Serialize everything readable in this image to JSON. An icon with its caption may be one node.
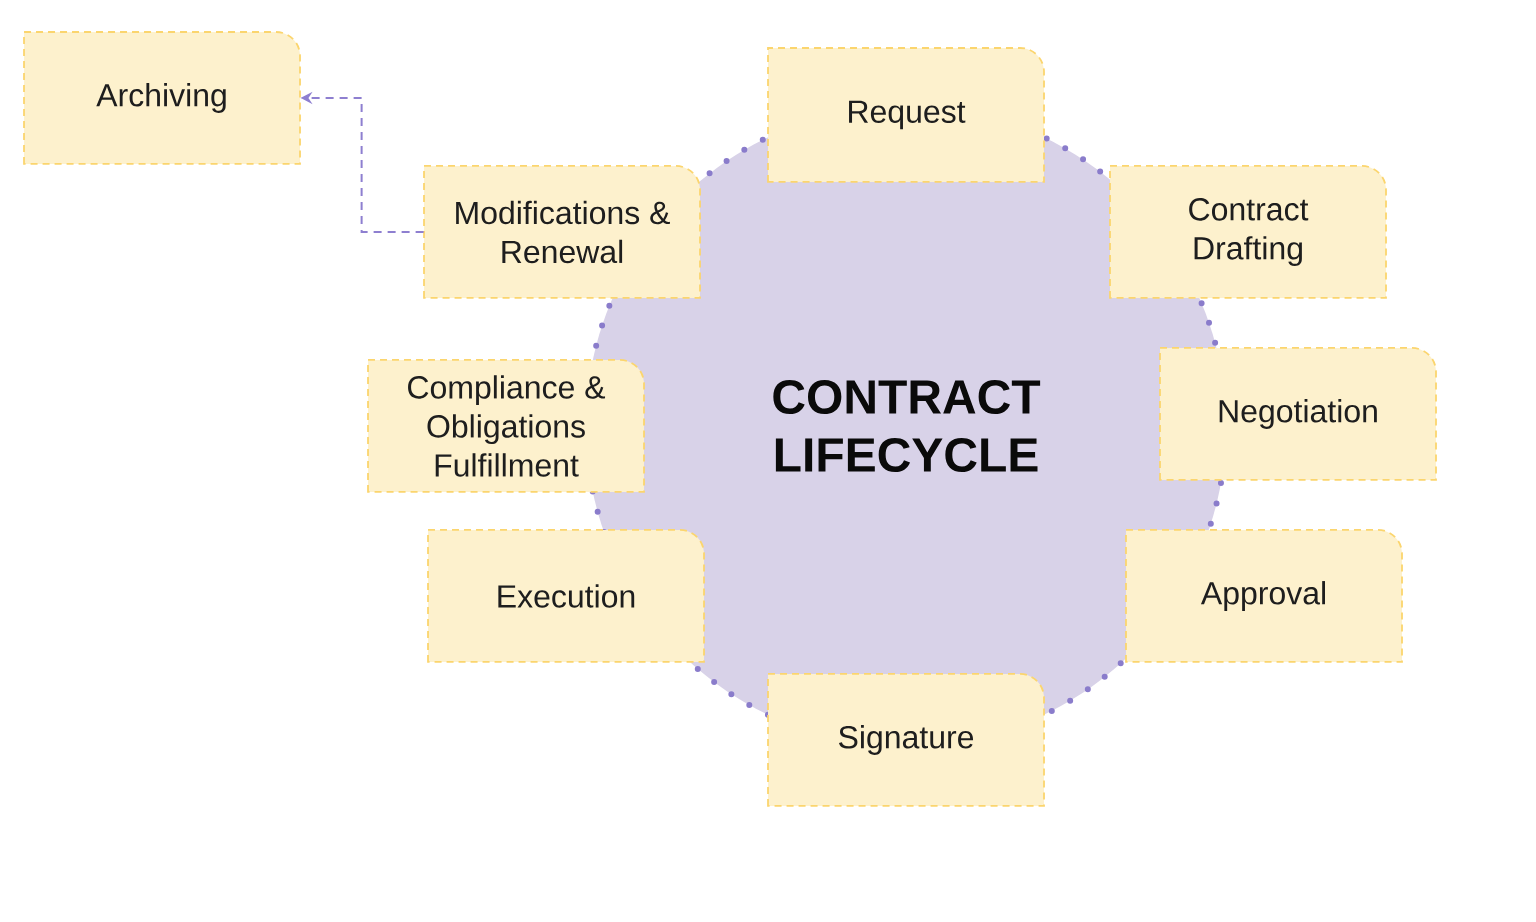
{
  "diagram": {
    "nodes": [
      {
        "text": [
          "CONTRACT LIFECYCLE"
        ]
      },
      {
        "text": [
          "Request"
        ]
      },
      {
        "text": [
          "Contract Drafting"
        ]
      },
      {
        "text": [
          "Negotiation"
        ]
      },
      {
        "text": [
          "Approval"
        ]
      },
      {
        "text": [
          "Signature"
        ]
      },
      {
        "text": [
          "Execution"
        ]
      },
      {
        "text": [
          "Compliance & Obligations Fulfillment"
        ]
      },
      {
        "text": [
          "Modifications & Renewal"
        ]
      },
      {
        "text": [
          "Archiving"
        ]
      }
    ],
    "edges": [
      {
        "from": 8,
        "to": 9,
        "arrow": "to",
        "style": "dashed"
      }
    ]
  }
}
